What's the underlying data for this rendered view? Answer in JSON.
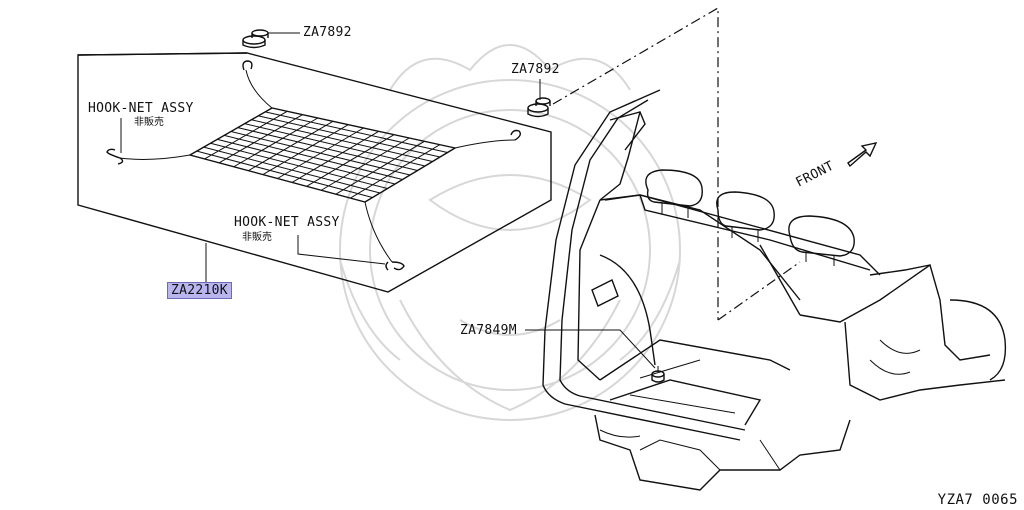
{
  "labels": {
    "clip_top": "ZA7892",
    "clip_mid": "ZA7892",
    "hook_net_1": "HOOK-NET ASSY",
    "hook_net_1_sub": "非販売",
    "hook_net_2": "HOOK-NET ASSY",
    "hook_net_2_sub": "非販売",
    "net_part": "ZA2210K",
    "fastener": "ZA7849M",
    "front": "FRONT"
  },
  "diagram_code": "YZA7  0065",
  "colors": {
    "highlight": "#b9b6ef",
    "ink": "#111111",
    "watermark": "#d7d7d7"
  }
}
